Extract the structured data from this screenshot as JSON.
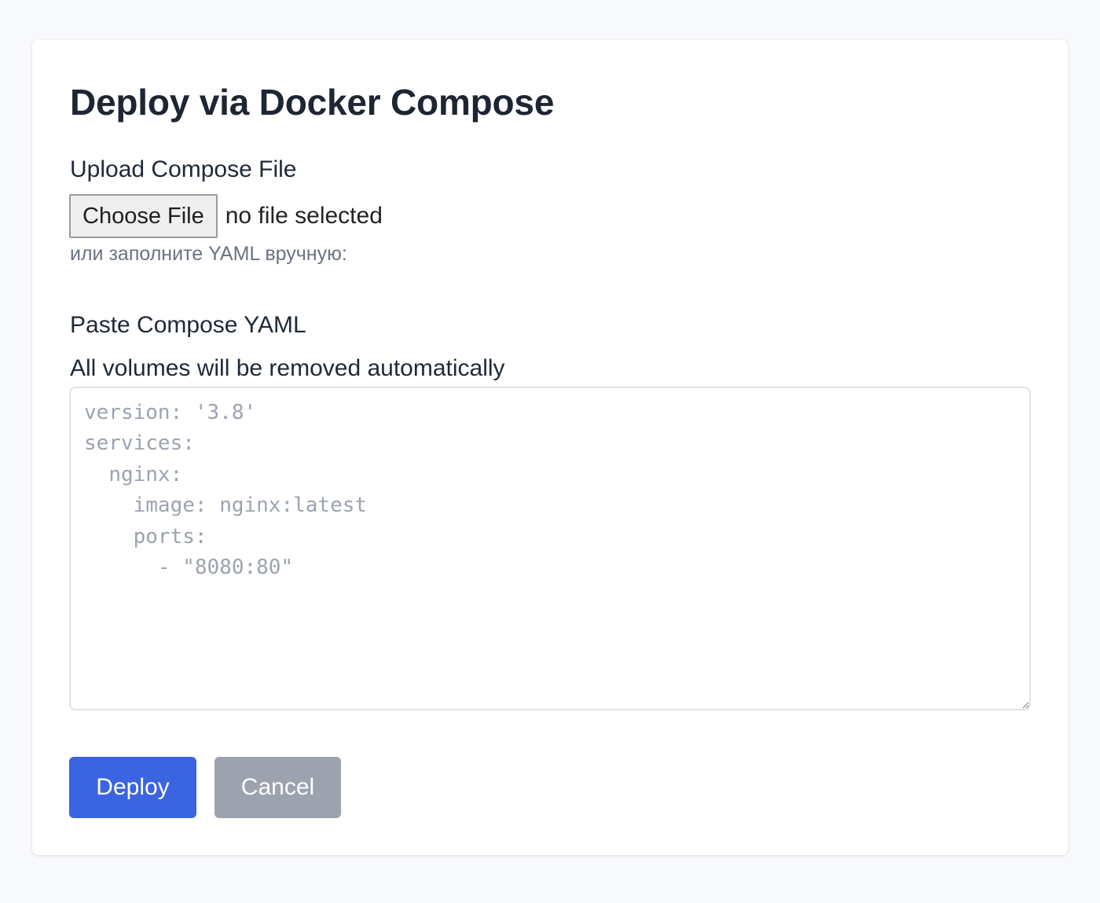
{
  "form": {
    "title": "Deploy via Docker Compose",
    "upload": {
      "label": "Upload Compose File",
      "button_label": "Choose File",
      "status": "no file selected",
      "hint": "или заполните YAML вручную:"
    },
    "yaml": {
      "label": "Paste Compose YAML",
      "note": "All volumes will be removed automatically",
      "value": "",
      "placeholder": "version: '3.8'\nservices:\n  nginx:\n    image: nginx:latest\n    ports:\n      - \"8080:80\""
    },
    "actions": {
      "deploy_label": "Deploy",
      "cancel_label": "Cancel"
    }
  },
  "colors": {
    "primary": "#3a64e0",
    "secondary": "#9ca3af",
    "page_background": "#f8f9fb"
  }
}
